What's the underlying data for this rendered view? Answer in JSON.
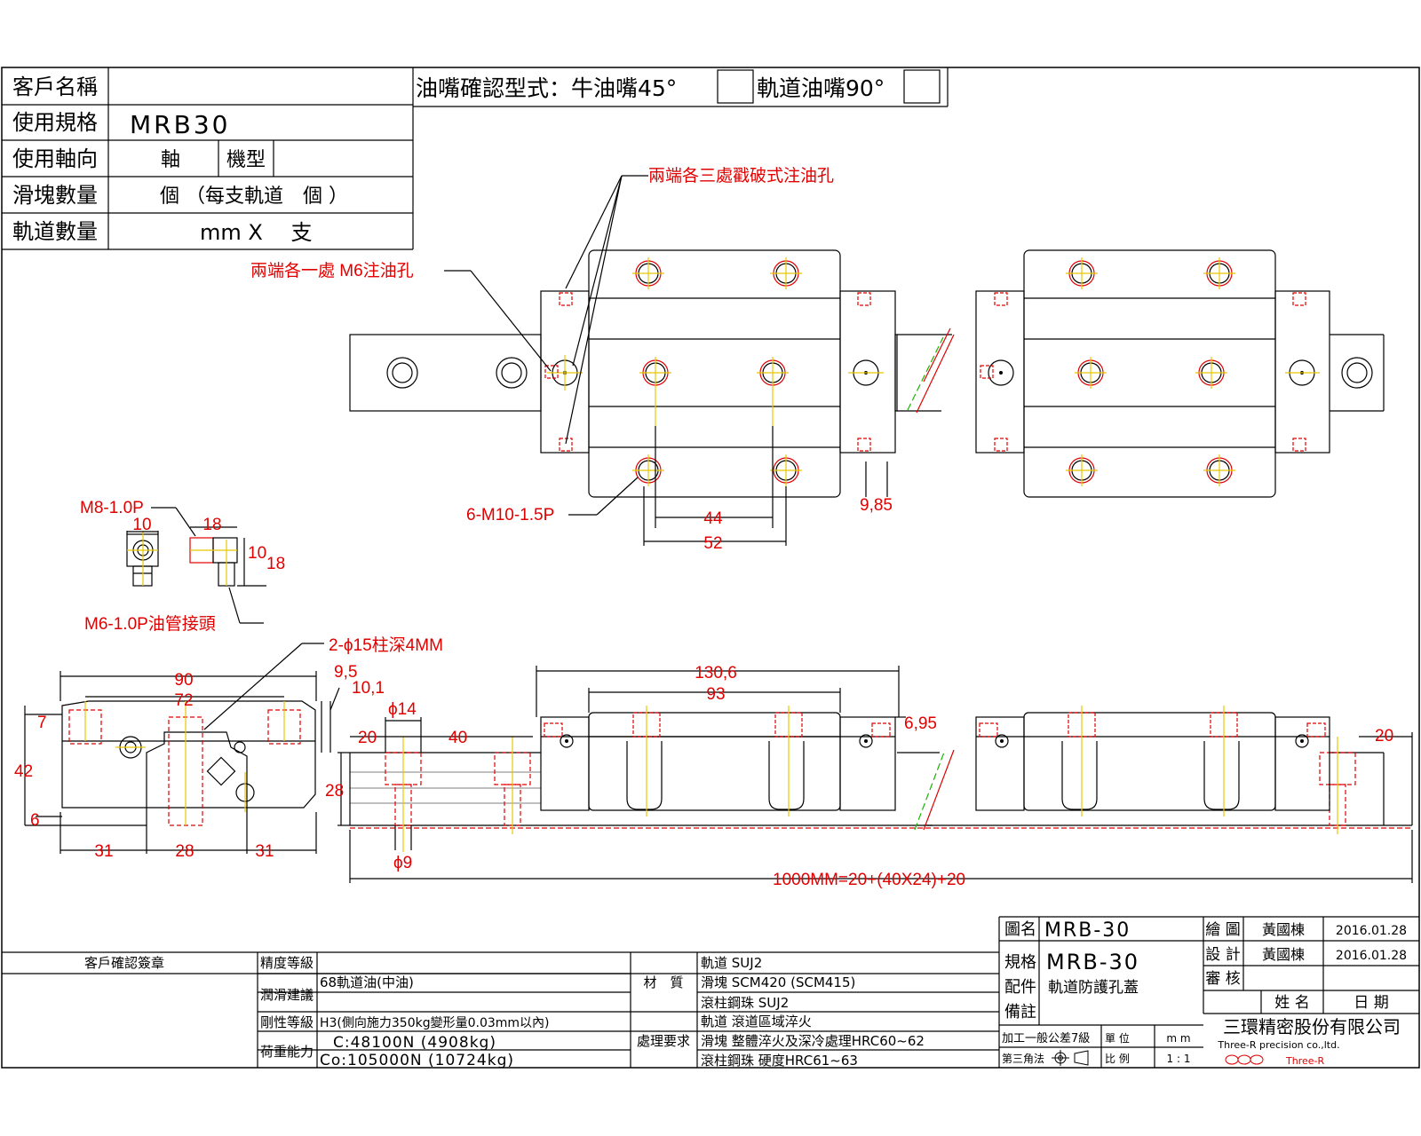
{
  "header": {
    "client_name_label": "客戶名稱",
    "client_name_value": "",
    "spec_label": "使用規格",
    "spec_value": "MRB30",
    "axis_label": "使用軸向",
    "axis_value": "軸",
    "model_label": "機型",
    "slider_qty_label": "滑塊數量",
    "slider_qty_value": "個 （每支軌道　個 ）",
    "rail_qty_label": "軌道數量",
    "rail_qty_value": "mm X　 支",
    "nozzle_title": "油嘴確認型式：牛油嘴45°",
    "nozzle_rail": "軌道油嘴90°"
  },
  "annotations": {
    "three_holes": "兩端各三處戳破式注油孔",
    "one_hole": "兩端各一處 M6注油孔",
    "m10": "6-M10-1.5P",
    "d44": "44",
    "d52": "52",
    "d985": "9,85",
    "m8": "M8-1.0P",
    "d10a": "10",
    "d18a": "18",
    "d10b": "10",
    "d18b": "18",
    "m6": "M6-1.0P油管接頭",
    "counterbore": "2-ϕ15柱深4MM",
    "d95": "9,5",
    "d101": "10,1",
    "d90": "90",
    "d72": "72",
    "d7": "7",
    "d42": "42",
    "d6": "6",
    "d31a": "31",
    "d28a": "28",
    "d31b": "31",
    "d1306": "130,6",
    "d93": "93",
    "d695": "6,95",
    "d14": "ϕ14",
    "d20a": "20",
    "d40": "40",
    "d28b": "28",
    "d9": "ϕ9",
    "d20b": "20",
    "length": "1000MM=20+(40X24)+20"
  },
  "title_block": {
    "drawing_no_label": "圖名",
    "drawing_no_value": "MRB-30",
    "spec_label": "規格",
    "spec_value": "MRB-30",
    "parts_label": "配件",
    "parts_value": "軌道防護孔蓋",
    "remark_label": "備註",
    "draw_label": "繪 圖",
    "draw_name": "黃國棟",
    "draw_date": "2016.01.28",
    "design_label": "設 計",
    "design_name": "黃國棟",
    "design_date": "2016.01.28",
    "review_label": "審 核",
    "name_label": "姓 名",
    "date_label": "日 期",
    "company_cn": "三環精密股份有限公司",
    "company_en": "Three-R precision co.,ltd.",
    "logo_text": "Three-R",
    "tolerance": "加工一般公差7級",
    "unit_label": "單 位",
    "unit_value": "m m",
    "projection": "第三角法",
    "scale_label": "比 例",
    "scale_value": "1 : 1"
  },
  "spec_table": {
    "sign_label": "客戶確認簽章",
    "precision_label": "精度等級",
    "precision_value": "",
    "lube_label": "潤滑建議",
    "lube_value": "68軌道油(中油)",
    "rigidity_label": "剛性等級",
    "rigidity_value": "H3(側向施力350kg變形量0.03mm以內)",
    "load_label": "荷重能力",
    "load_c": "C:48100N (4908kg)",
    "load_co": "Co:105000N (10724kg)",
    "material_label": "材　質",
    "mat_rail": "軌道 SUJ2",
    "mat_block": "滑塊 SCM420 (SCM415)",
    "mat_roller": "滾柱鋼珠 SUJ2",
    "treatment_label": "處理要求",
    "tr_rail": "軌道 滾道區域淬火",
    "tr_block": "滑塊 整體淬火及深冷處理HRC60~62",
    "tr_roller": "滾柱鋼珠 硬度HRC61~63"
  }
}
